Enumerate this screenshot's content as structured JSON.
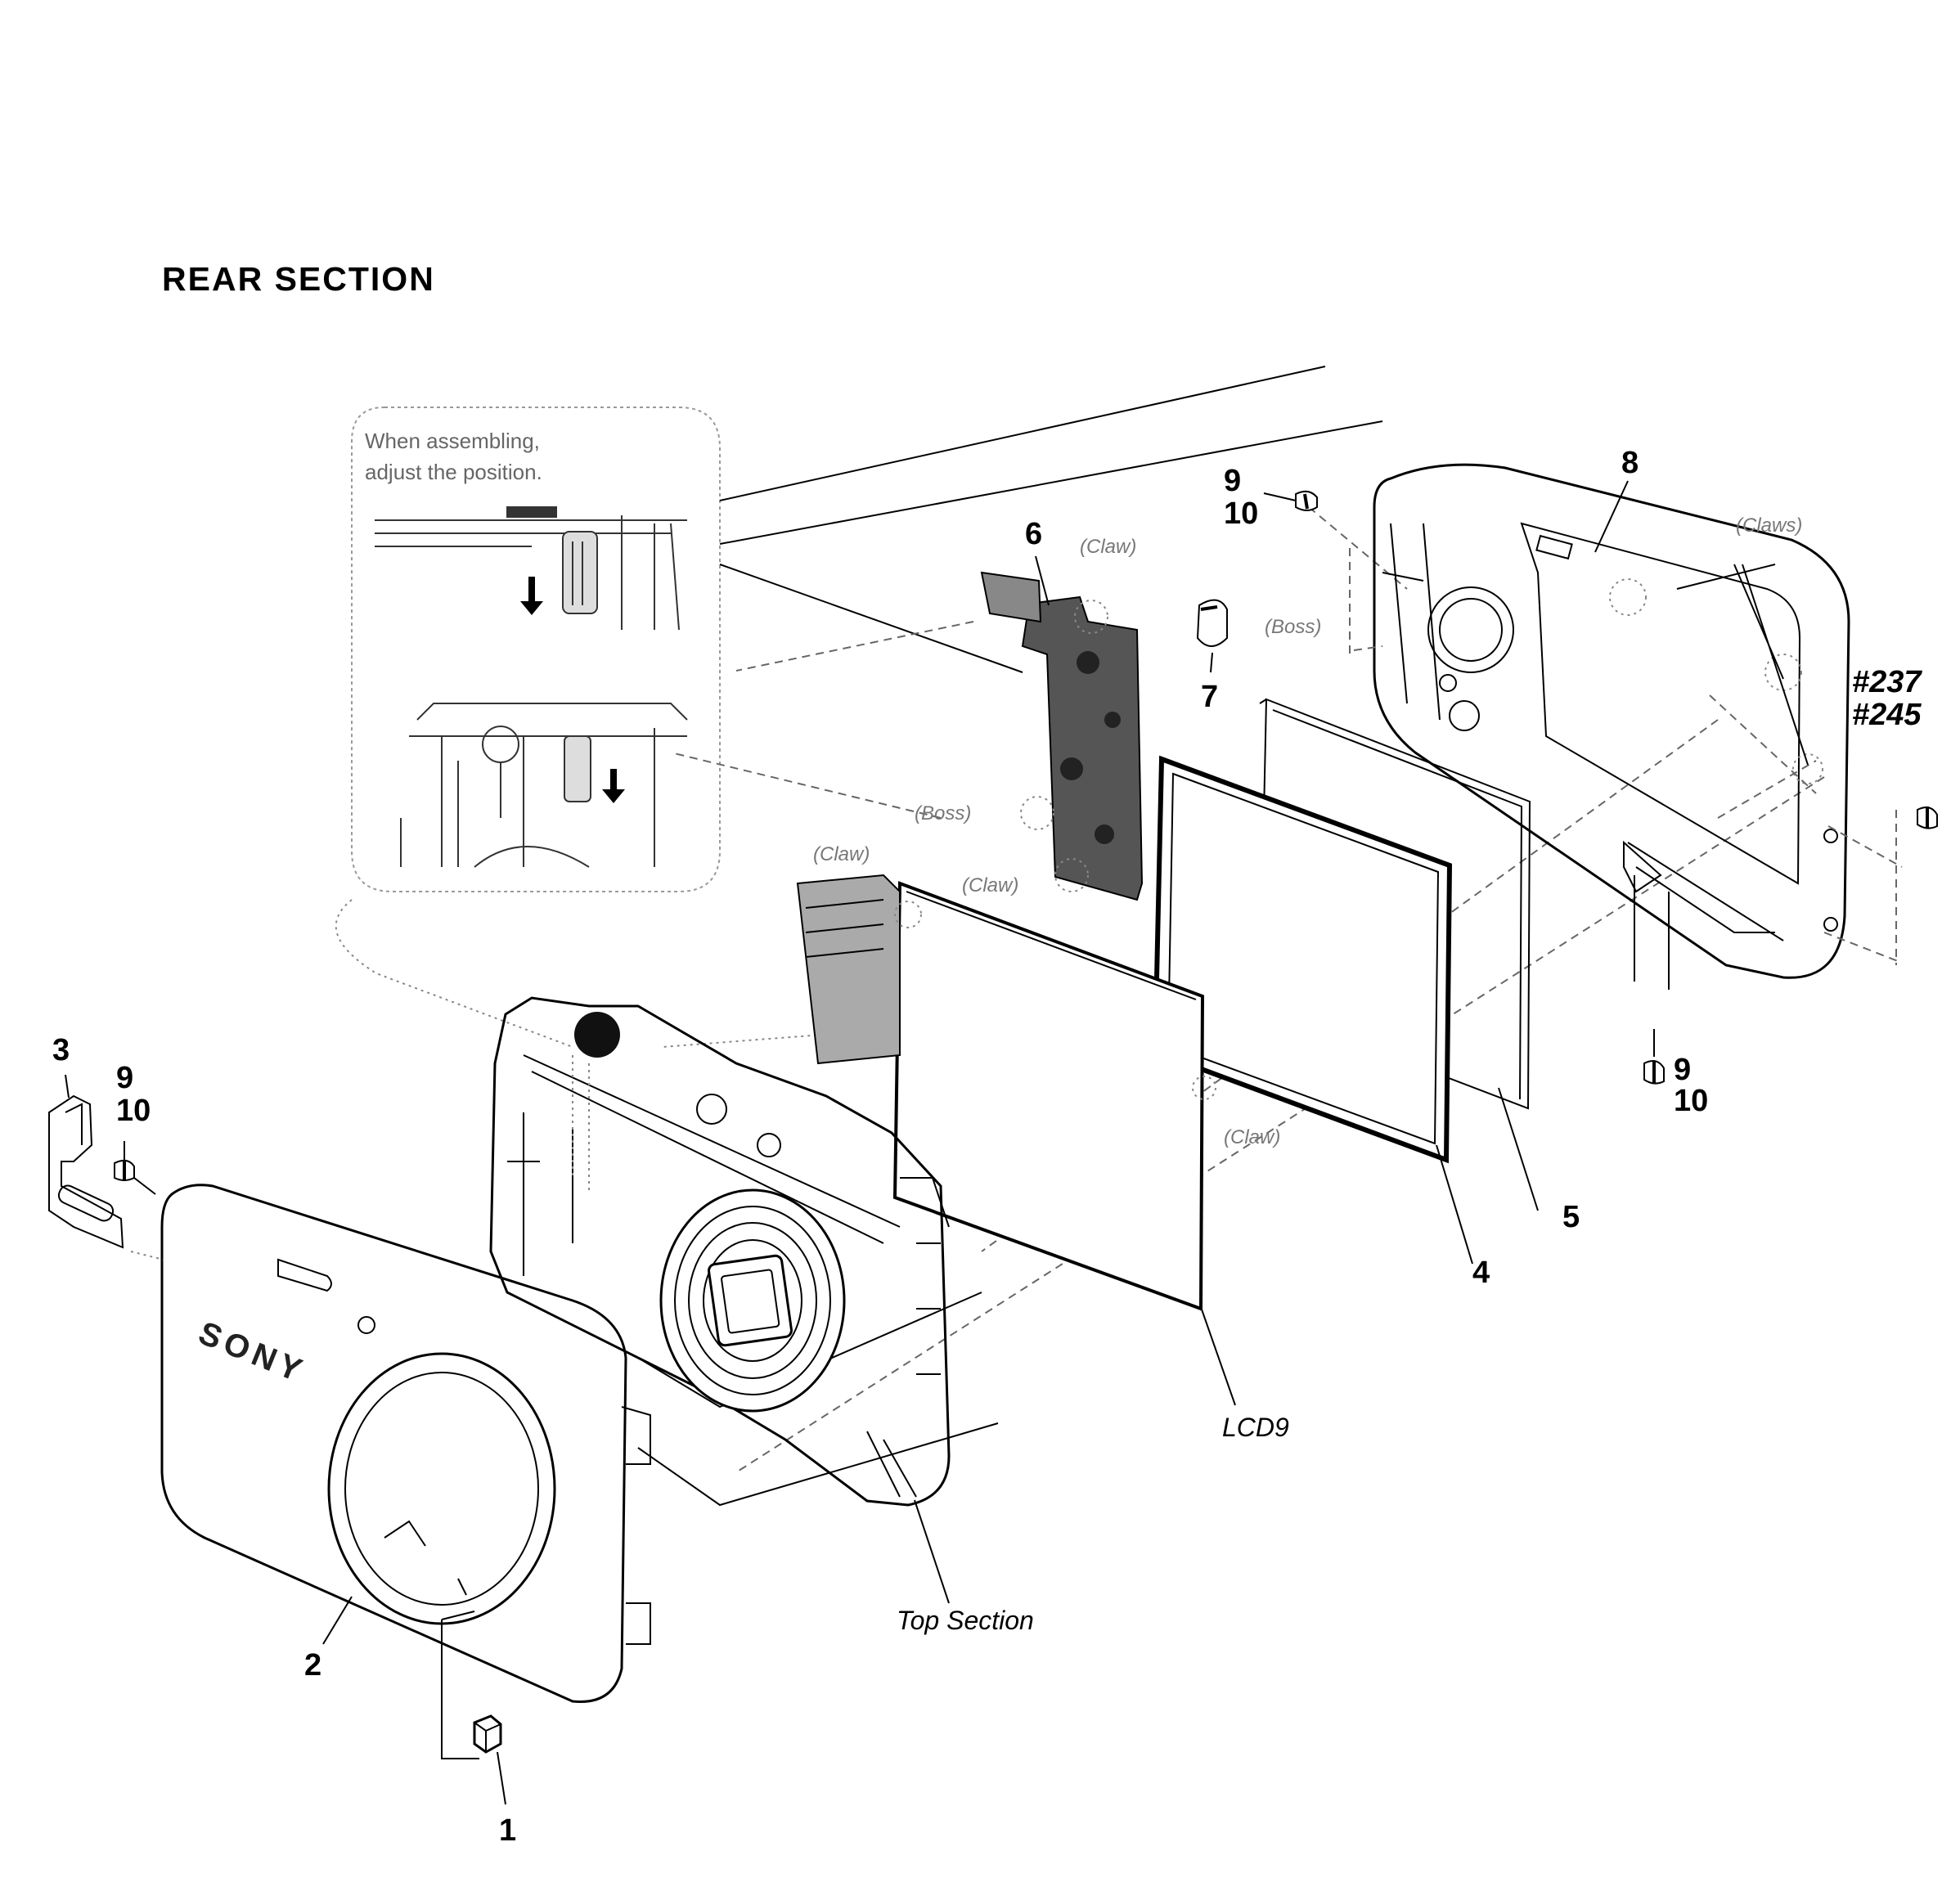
{
  "title": "REAR SECTION",
  "note": [
    "When assembling,",
    "adjust the position."
  ],
  "parts": {
    "p1": "1",
    "p2": "2",
    "p3": "3",
    "p4": "4",
    "p5": "5",
    "p6": "6",
    "p7": "7",
    "p8": "8",
    "s9a": "9",
    "s10a": "10",
    "s9b": "9",
    "s10b": "10",
    "s9c": "9",
    "s10c": "10"
  },
  "refs": {
    "r237": "#237",
    "r245": "#245",
    "lcd": "LCD9",
    "top": "Top Section"
  },
  "callouts": {
    "claw1": "(Claw)",
    "claw2": "(Claw)",
    "claw3": "(Claw)",
    "claw4": "(Claw)",
    "claws": "(Claws)",
    "boss1": "(Boss)",
    "boss2": "(Boss)"
  },
  "brand": "SONY"
}
